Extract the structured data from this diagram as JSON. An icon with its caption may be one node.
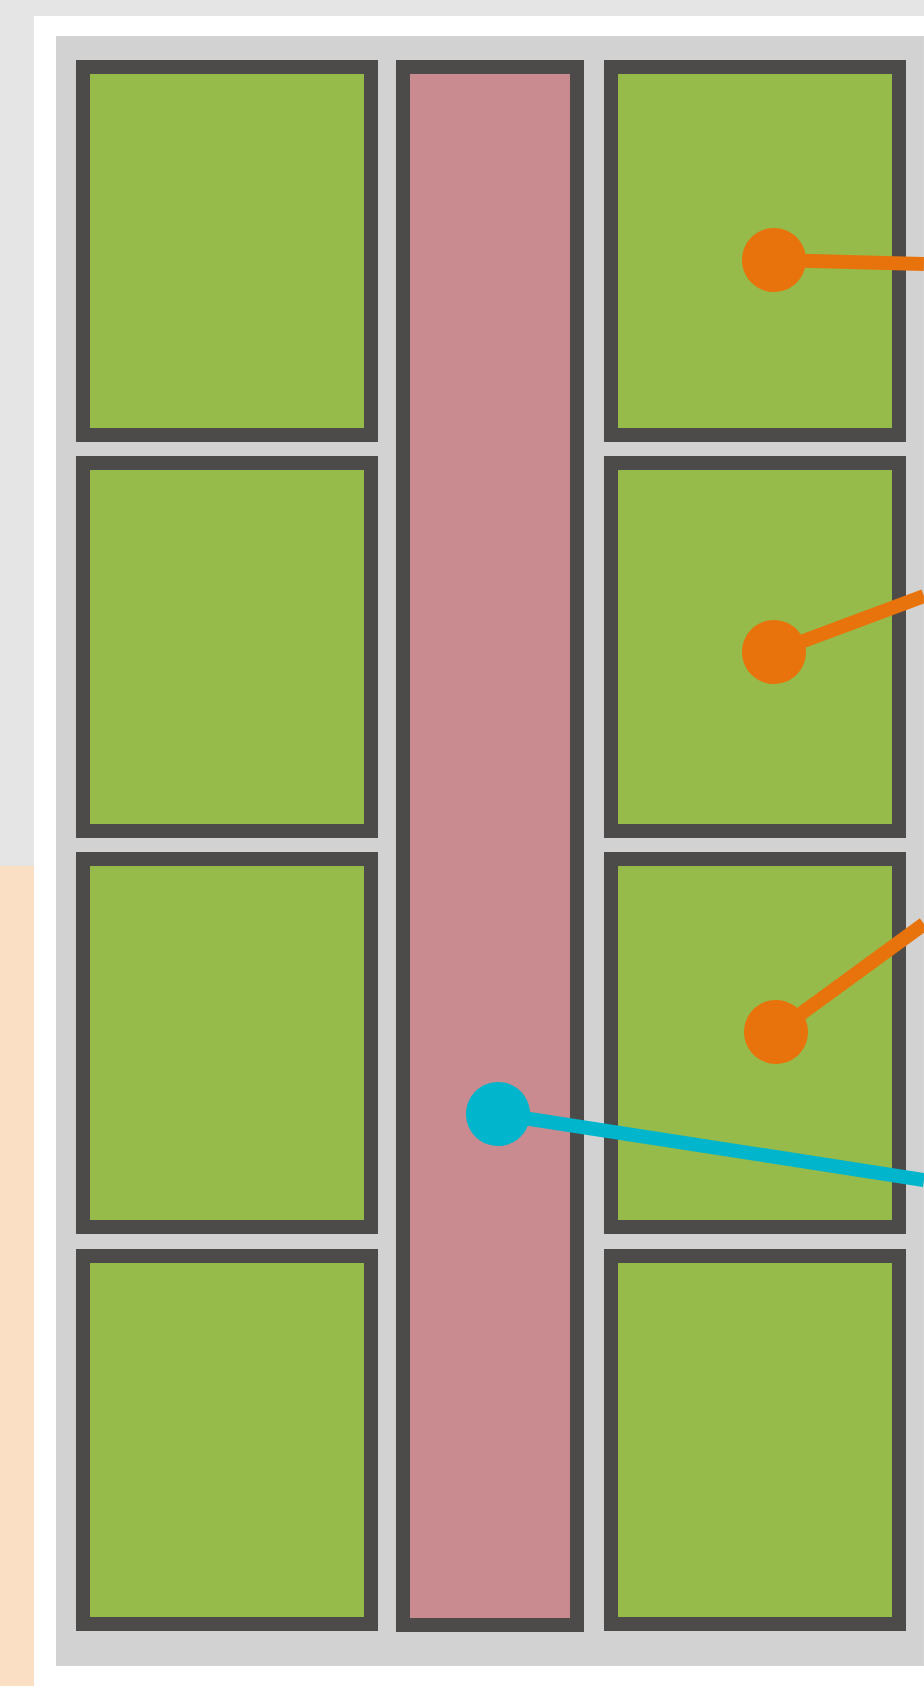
{
  "diagram": {
    "nodes": [
      {
        "text": [],
        "shape": "box"
      },
      {
        "text": [],
        "shape": "bar"
      },
      {
        "text": [],
        "shape": "box"
      },
      {
        "text": [],
        "shape": "box"
      },
      {
        "text": [],
        "shape": "box"
      },
      {
        "text": [],
        "shape": "box"
      },
      {
        "text": [],
        "shape": "box"
      },
      {
        "text": [],
        "shape": "box"
      },
      {
        "text": [],
        "shape": "box"
      }
    ],
    "edges": [
      {
        "from": null,
        "to": 2,
        "arrow": "other"
      },
      {
        "from": null,
        "to": 4,
        "arrow": "other"
      },
      {
        "from": null,
        "to": 6,
        "arrow": "other"
      },
      {
        "from": null,
        "to": 1,
        "arrow": "other",
        "color": "#00b5cc"
      }
    ]
  }
}
